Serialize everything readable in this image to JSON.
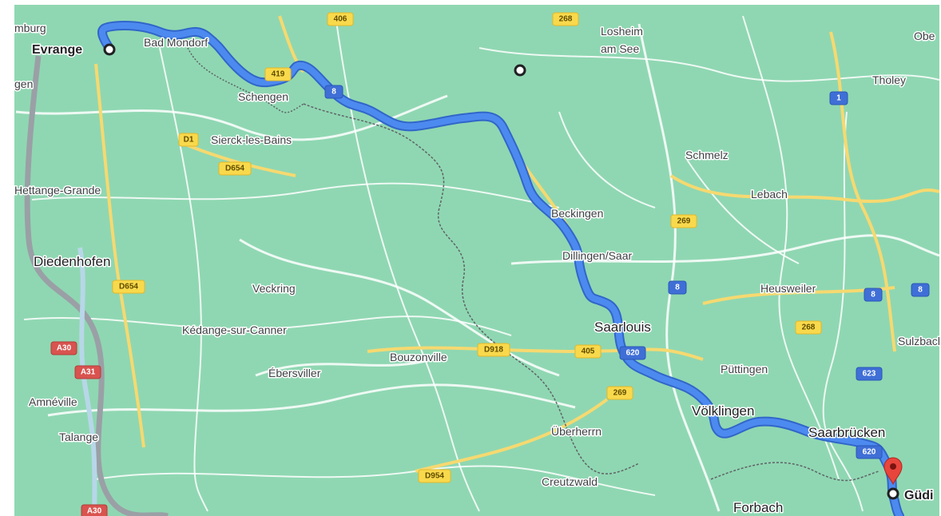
{
  "colors": {
    "land": "#8fd7b2",
    "road_minor": "#ffffff",
    "road_major": "#f6d970",
    "route": "#4d8af0",
    "route_outline": "#3166c9",
    "border": "#5f6368",
    "motorway_grey": "#9aa0a6",
    "river": "#b7d7e8",
    "pin": "#e8453c"
  },
  "places": [
    {
      "id": "luxemburg",
      "label": "mburg"
    },
    {
      "id": "evrange",
      "label": "Evrange"
    },
    {
      "id": "bad-mondorf",
      "label": "Bad Mondorf"
    },
    {
      "id": "schengen",
      "label": "Schengen"
    },
    {
      "id": "losheim",
      "label": "Losheim"
    },
    {
      "id": "am-see",
      "label": "am See"
    },
    {
      "id": "obe",
      "label": "Obe"
    },
    {
      "id": "tholey",
      "label": "Tholey"
    },
    {
      "id": "sierck",
      "label": "Sierck-les-Bains"
    },
    {
      "id": "schmelz",
      "label": "Schmelz"
    },
    {
      "id": "hettange",
      "label": "Hettange-Grande"
    },
    {
      "id": "lebach",
      "label": "Lebach"
    },
    {
      "id": "beckingen",
      "label": "Beckingen"
    },
    {
      "id": "diedenhofen",
      "label": "Diedenhofen"
    },
    {
      "id": "dillingen",
      "label": "Dillingen/Saar"
    },
    {
      "id": "veckring",
      "label": "Veckring"
    },
    {
      "id": "heusweiler",
      "label": "Heusweiler"
    },
    {
      "id": "saarlouis",
      "label": "Saarlouis"
    },
    {
      "id": "kedange",
      "label": "Kédange-sur-Canner"
    },
    {
      "id": "sulzbach",
      "label": "Sulzbach"
    },
    {
      "id": "bouzonville",
      "label": "Bouzonville"
    },
    {
      "id": "ebersviller",
      "label": "Ébersviller"
    },
    {
      "id": "puttlingen",
      "label": "Püttingen"
    },
    {
      "id": "amneville",
      "label": "Amnéville"
    },
    {
      "id": "volklingen",
      "label": "Völklingen"
    },
    {
      "id": "talange",
      "label": "Talange"
    },
    {
      "id": "uberherrn",
      "label": "Überherrn"
    },
    {
      "id": "saarbrucken",
      "label": "Saarbrücken"
    },
    {
      "id": "creutzwald",
      "label": "Creutzwald"
    },
    {
      "id": "forbach",
      "label": "Forbach"
    },
    {
      "id": "gudingen",
      "label": "Güdi"
    },
    {
      "id": "egen",
      "label": "gen"
    }
  ],
  "road_shields": [
    {
      "id": "406",
      "label": "406",
      "style": "yellow"
    },
    {
      "id": "268a",
      "label": "268",
      "style": "yellow"
    },
    {
      "id": "419",
      "label": "419",
      "style": "yellow"
    },
    {
      "id": "8a",
      "label": "8",
      "style": "blue"
    },
    {
      "id": "1",
      "label": "1",
      "style": "blue"
    },
    {
      "id": "d1",
      "label": "D1",
      "style": "yellow"
    },
    {
      "id": "d654a",
      "label": "D654",
      "style": "yellow"
    },
    {
      "id": "269a",
      "label": "269",
      "style": "yellow"
    },
    {
      "id": "d654b",
      "label": "D654",
      "style": "yellow"
    },
    {
      "id": "8b",
      "label": "8",
      "style": "blue"
    },
    {
      "id": "8c",
      "label": "8",
      "style": "blue"
    },
    {
      "id": "8d",
      "label": "8",
      "style": "blue"
    },
    {
      "id": "268b",
      "label": "268",
      "style": "yellow"
    },
    {
      "id": "a30",
      "label": "A30",
      "style": "red"
    },
    {
      "id": "d918",
      "label": "D918",
      "style": "yellow"
    },
    {
      "id": "405",
      "label": "405",
      "style": "yellow"
    },
    {
      "id": "620a",
      "label": "620",
      "style": "blue"
    },
    {
      "id": "a31",
      "label": "A31",
      "style": "red"
    },
    {
      "id": "623",
      "label": "623",
      "style": "blue"
    },
    {
      "id": "269b",
      "label": "269",
      "style": "yellow"
    },
    {
      "id": "620b",
      "label": "620",
      "style": "blue"
    },
    {
      "id": "d954",
      "label": "D954",
      "style": "yellow"
    },
    {
      "id": "a-bottom",
      "label": "A30",
      "style": "red"
    }
  ],
  "route": {
    "start": "Evrange",
    "end": "Güdi"
  }
}
